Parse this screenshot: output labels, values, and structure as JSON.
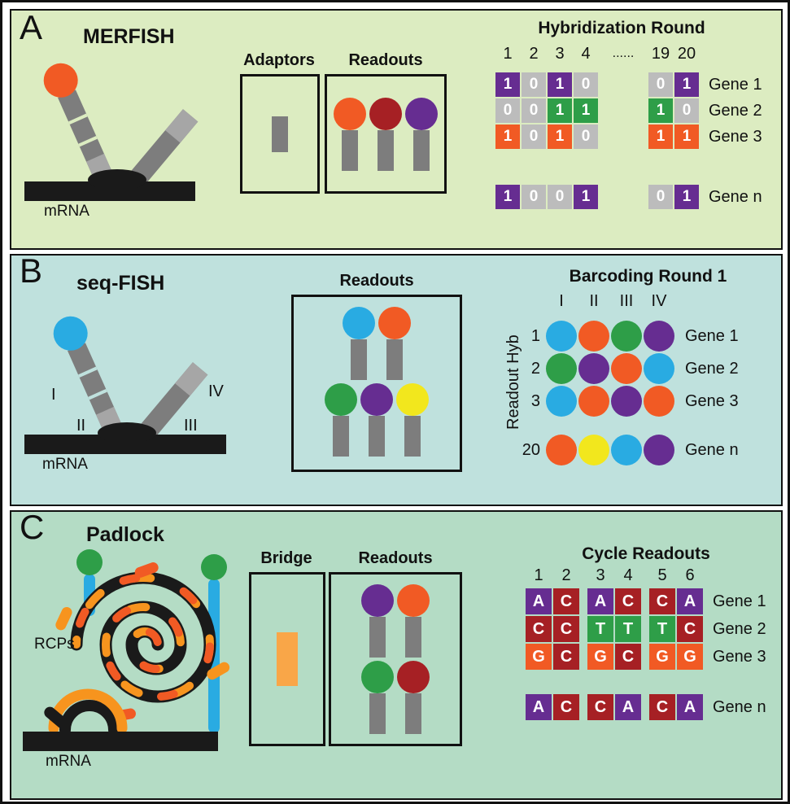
{
  "colors": {
    "orange": "#f15a24",
    "lightorange": "#f7941e",
    "amber": "#f9a648",
    "darkred": "#a62024",
    "purple": "#662d91",
    "green": "#2e9e48",
    "blue": "#29abe2",
    "yellow": "#f2e71d",
    "gray": "#bcbcbc",
    "stemgray": "#7d7d7d",
    "lightgray": "#a6a6a6",
    "panel_a_bg": "#dcecc1",
    "panel_b_bg": "#bfe1dd",
    "panel_c_bg": "#b4dcc5"
  },
  "panelA": {
    "panel_label": "A",
    "title": "MERFISH",
    "mrna_label": "mRNA",
    "adaptors_label": "Adaptors",
    "readouts_label": "Readouts",
    "readout_probes": [
      "orange",
      "darkred",
      "purple"
    ],
    "matrix": {
      "title": "Hybridization Round",
      "col_headers_left": [
        "1",
        "2",
        "3",
        "4"
      ],
      "ellipsis": "......",
      "col_headers_right": [
        "19",
        "20"
      ],
      "rows": [
        {
          "gene": "Gene 1",
          "left": [
            [
              "1",
              "purple"
            ],
            [
              "0",
              "gray"
            ],
            [
              "1",
              "purple"
            ],
            [
              "0",
              "gray"
            ]
          ],
          "right": [
            [
              "0",
              "gray"
            ],
            [
              "1",
              "purple"
            ]
          ]
        },
        {
          "gene": "Gene 2",
          "left": [
            [
              "0",
              "gray"
            ],
            [
              "0",
              "gray"
            ],
            [
              "1",
              "green"
            ],
            [
              "1",
              "green"
            ]
          ],
          "right": [
            [
              "1",
              "green"
            ],
            [
              "0",
              "gray"
            ]
          ]
        },
        {
          "gene": "Gene 3",
          "left": [
            [
              "1",
              "orange"
            ],
            [
              "0",
              "gray"
            ],
            [
              "1",
              "orange"
            ],
            [
              "0",
              "gray"
            ]
          ],
          "right": [
            [
              "1",
              "orange"
            ],
            [
              "1",
              "orange"
            ]
          ]
        }
      ],
      "gene_n": {
        "gene": "Gene n",
        "left": [
          [
            "1",
            "purple"
          ],
          [
            "0",
            "gray"
          ],
          [
            "0",
            "gray"
          ],
          [
            "1",
            "purple"
          ]
        ],
        "right": [
          [
            "0",
            "gray"
          ],
          [
            "1",
            "purple"
          ]
        ]
      }
    }
  },
  "panelB": {
    "panel_label": "B",
    "title": "seq-FISH",
    "mrna_label": "mRNA",
    "probe_labels": [
      "I",
      "II",
      "III",
      "IV"
    ],
    "readouts_label": "Readouts",
    "readout_rows": [
      [
        "blue",
        "orange"
      ],
      [
        "green",
        "purple",
        "yellow"
      ]
    ],
    "grid": {
      "title": "Barcoding Round 1",
      "y_axis_label": "Readout Hyb",
      "col_headers": [
        "I",
        "II",
        "III",
        "IV"
      ],
      "rows": [
        {
          "hyb": "1",
          "gene": "Gene 1",
          "dots": [
            "blue",
            "orange",
            "green",
            "purple"
          ]
        },
        {
          "hyb": "2",
          "gene": "Gene 2",
          "dots": [
            "green",
            "purple",
            "orange",
            "blue"
          ]
        },
        {
          "hyb": "3",
          "gene": "Gene 3",
          "dots": [
            "blue",
            "orange",
            "purple",
            "orange"
          ]
        }
      ],
      "gene_n": {
        "hyb": "20",
        "gene": "Gene n",
        "dots": [
          "orange",
          "yellow",
          "blue",
          "purple"
        ]
      }
    }
  },
  "panelC": {
    "panel_label": "C",
    "title": "Padlock",
    "rcps_label": "RCPs",
    "mrna_label": "mRNA",
    "bridge_label": "Bridge",
    "readouts_label": "Readouts",
    "readout_rows": [
      [
        "purple",
        "orange"
      ],
      [
        "green",
        "darkred"
      ]
    ],
    "matrix": {
      "title": "Cycle Readouts",
      "col_headers": [
        "1",
        "2",
        "3",
        "4",
        "5",
        "6"
      ],
      "rows": [
        {
          "gene": "Gene 1",
          "cells": [
            [
              "A",
              "purple"
            ],
            [
              "C",
              "darkred"
            ],
            [
              "A",
              "purple"
            ],
            [
              "C",
              "darkred"
            ],
            [
              "C",
              "darkred"
            ],
            [
              "A",
              "purple"
            ]
          ]
        },
        {
          "gene": "Gene 2",
          "cells": [
            [
              "C",
              "darkred"
            ],
            [
              "C",
              "darkred"
            ],
            [
              "T",
              "green"
            ],
            [
              "T",
              "green"
            ],
            [
              "T",
              "green"
            ],
            [
              "C",
              "darkred"
            ]
          ]
        },
        {
          "gene": "Gene 3",
          "cells": [
            [
              "G",
              "orange"
            ],
            [
              "C",
              "darkred"
            ],
            [
              "G",
              "orange"
            ],
            [
              "C",
              "darkred"
            ],
            [
              "G",
              "orange"
            ],
            [
              "G",
              "orange"
            ]
          ]
        }
      ],
      "gene_n": {
        "gene": "Gene n",
        "cells": [
          [
            "A",
            "purple"
          ],
          [
            "C",
            "darkred"
          ],
          [
            "C",
            "darkred"
          ],
          [
            "A",
            "purple"
          ],
          [
            "C",
            "darkred"
          ],
          [
            "A",
            "purple"
          ]
        ]
      }
    }
  }
}
